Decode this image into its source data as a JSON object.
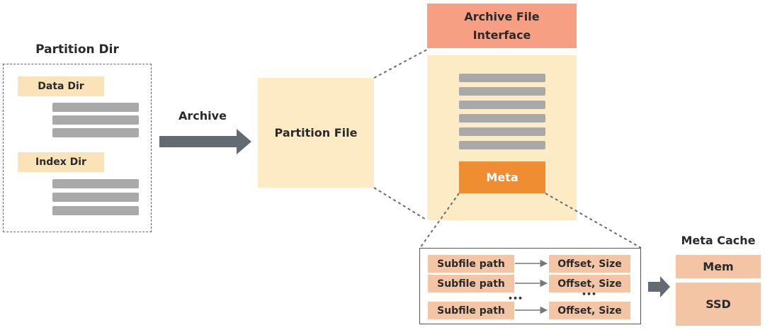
{
  "partition_dir": {
    "title": "Partition Dir",
    "data_dir_label": "Data Dir",
    "index_dir_label": "Index Dir"
  },
  "archive_arrow": {
    "label": "Archive"
  },
  "partition_file": {
    "label": "Partition File"
  },
  "archive_file_interface": {
    "label_line1": "Archive File",
    "label_line2": "Interface"
  },
  "archive_file": {
    "meta_label": "Meta"
  },
  "meta_table": {
    "rows": [
      {
        "path": "Subfile path",
        "target": "Offset, Size"
      },
      {
        "path": "Subfile path",
        "target": "Offset, Size"
      },
      {
        "path": "Subfile path",
        "target": "Offset, Size"
      }
    ],
    "ellipsis": "•••"
  },
  "meta_cache": {
    "title": "Meta Cache",
    "mem_label": "Mem",
    "ssd_label": "SSD"
  },
  "colors": {
    "cream": "#fdebc6",
    "tag": "#fae3b8",
    "interface": "#f79f82",
    "meta": "#ef8d32",
    "cell": "#f4c5a5",
    "bar": "#a9a9a9",
    "arrow": "#636a72"
  }
}
